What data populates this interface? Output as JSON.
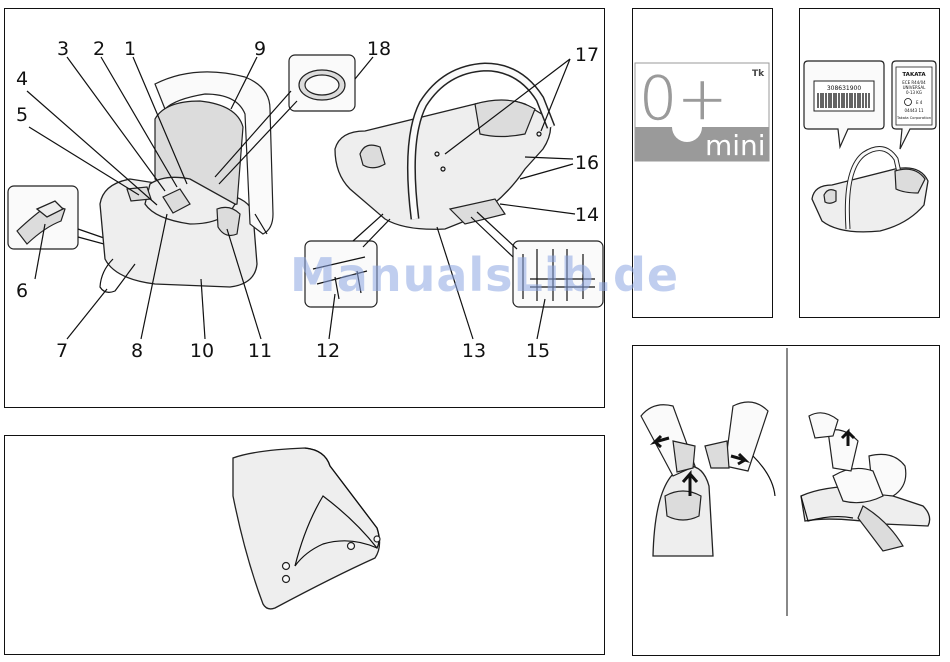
{
  "panels": {
    "main_figure": {
      "callouts": [
        "1",
        "2",
        "3",
        "4",
        "5",
        "6",
        "7",
        "8",
        "9",
        "10",
        "11",
        "12",
        "13",
        "14",
        "15",
        "16",
        "17",
        "18"
      ]
    },
    "logo": {
      "primary": "0+",
      "secondary": "mini",
      "mark": "Tk"
    },
    "labels_figure": {
      "barcode_number": "308631900",
      "brand_label": "TAKATA",
      "label_lines": [
        "ECE R44/04",
        "UNIVERSAL",
        "0-13 KG",
        "E 4",
        "04443 11",
        "Takata Corporation"
      ]
    }
  },
  "watermark": "ManualsLib.de",
  "colors": {
    "ink": "#111111",
    "fill_light": "#eeeeee",
    "fill_mid": "#dcdcdc",
    "logo_band": "#9a9a9a",
    "watermark": "#8ca5e1"
  }
}
